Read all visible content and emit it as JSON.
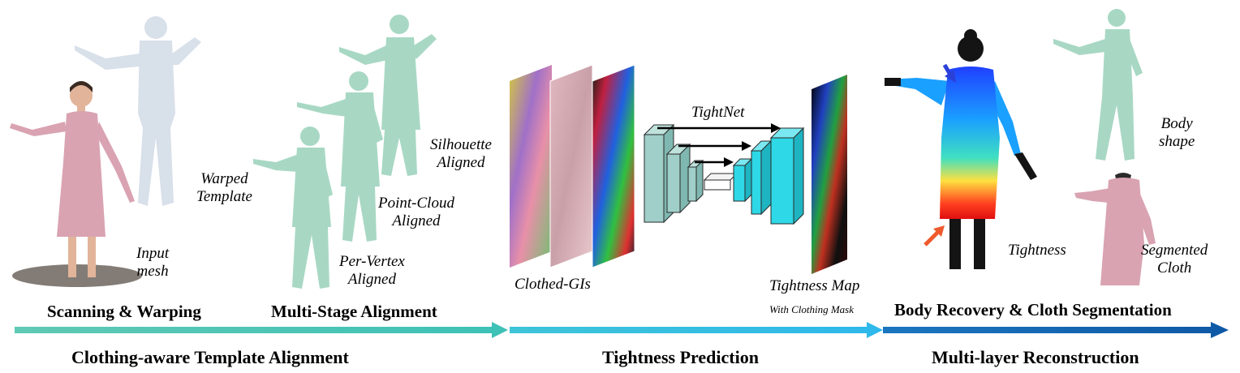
{
  "labels": {
    "input_mesh": [
      "Input",
      "mesh"
    ],
    "warped_template": [
      "Warped",
      "Template"
    ],
    "point_cloud_aligned": [
      "Point-Cloud",
      "Aligned"
    ],
    "silhouette_aligned": [
      "Silhouette",
      "Aligned"
    ],
    "per_vertex_aligned": [
      "Per-Vertex",
      "Aligned"
    ],
    "clothed_gis": "Clothed-GIs",
    "tightnet": "TightNet",
    "tightness_map": "Tightness Map",
    "with_clothing_mask": "With Clothing Mask",
    "tightness": "Tightness",
    "body_shape": [
      "Body",
      "shape"
    ],
    "segmented_cloth": [
      "Segmented",
      "Cloth"
    ]
  },
  "stages": {
    "scanning_warping": "Scanning & Warping",
    "multi_stage_alignment": "Multi-Stage Alignment",
    "body_recovery": "Body Recovery & Cloth Segmentation"
  },
  "phases": {
    "template_alignment": "Clothing-aware Template Alignment",
    "tightness_prediction": "Tightness Prediction",
    "multilayer_reconstruction": "Multi-layer Reconstruction"
  },
  "colors": {
    "phase1_arrow": "#45c4b0",
    "phase2_arrow": "#36bce8",
    "phase3_arrow": "#1466b0",
    "mint_mesh": "#a8d8c4",
    "template_mesh": "#d8e0ea",
    "dress_pink": "#d9a3b2",
    "unet_teal": "#9fcfc8",
    "unet_cyan": "#2ed8e6",
    "marker_blue": "#2a40d8",
    "marker_orange": "#ee5a2e"
  }
}
